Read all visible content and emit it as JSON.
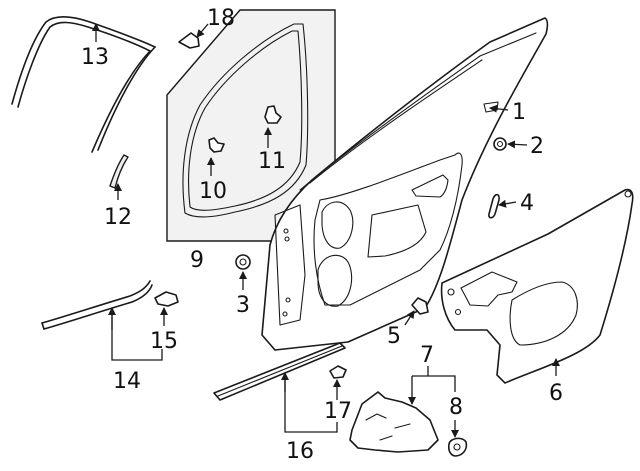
{
  "callouts": [
    {
      "id": "1",
      "text": "1"
    },
    {
      "id": "2",
      "text": "2"
    },
    {
      "id": "3",
      "text": "3"
    },
    {
      "id": "4",
      "text": "4"
    },
    {
      "id": "5",
      "text": "5"
    },
    {
      "id": "6",
      "text": "6"
    },
    {
      "id": "7",
      "text": "7"
    },
    {
      "id": "8",
      "text": "8"
    },
    {
      "id": "9",
      "text": "9"
    },
    {
      "id": "10",
      "text": "10"
    },
    {
      "id": "11",
      "text": "11"
    },
    {
      "id": "12",
      "text": "12"
    },
    {
      "id": "13",
      "text": "13"
    },
    {
      "id": "14",
      "text": "14"
    },
    {
      "id": "15",
      "text": "15"
    },
    {
      "id": "16",
      "text": "16"
    },
    {
      "id": "17",
      "text": "17"
    },
    {
      "id": "18",
      "text": "18"
    }
  ],
  "colors": {
    "ink": "#1a1a1a",
    "background": "#ffffff",
    "panel_fill": "#f2f2f2"
  }
}
